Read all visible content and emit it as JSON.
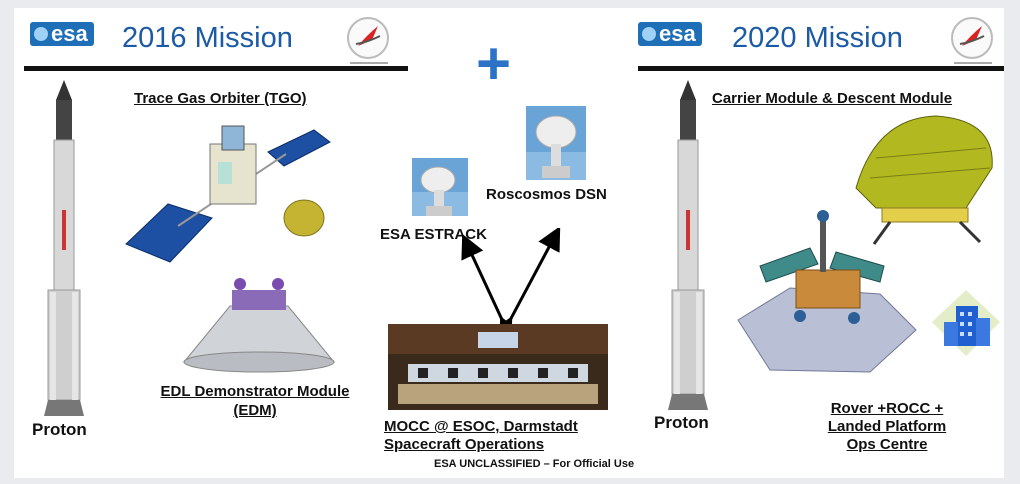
{
  "left": {
    "logo_text": "esa",
    "title": "2016 Mission",
    "payload_title": "Trace Gas Orbiter (TGO)",
    "edm_label_line1": "EDL Demonstrator Module",
    "edm_label_line2": "(EDM)",
    "rocket_label": "Proton"
  },
  "plus_sign": "+",
  "center": {
    "estrack_label": "ESA ESTRACK",
    "dsn_label": "Roscosmos DSN",
    "mocc_line1": "MOCC @ ESOC, Darmstadt",
    "mocc_line2": "Spacecraft  Operations"
  },
  "right": {
    "logo_text": "esa",
    "title": "2020 Mission",
    "payload_title": "Carrier Module & Descent Module",
    "rover_line1": "Rover +ROCC +",
    "rover_line2": "Landed Platform",
    "rover_line3": "Ops Centre",
    "rocket_label": "Proton"
  },
  "footer": "ESA UNCLASSIFIED – For Official Use",
  "colors": {
    "title_blue": "#1d5aa5",
    "esa_blue": "#1e6fb7",
    "plus_blue": "#2c73c8"
  },
  "icons": [
    "roscosmos-logo-icon",
    "proton-rocket-icon",
    "tgo-spacecraft-icon",
    "edm-capsule-icon",
    "ground-antenna-icon",
    "mocc-control-room-icon",
    "descent-module-icon",
    "rover-platform-icon",
    "ops-centre-building-icon"
  ]
}
